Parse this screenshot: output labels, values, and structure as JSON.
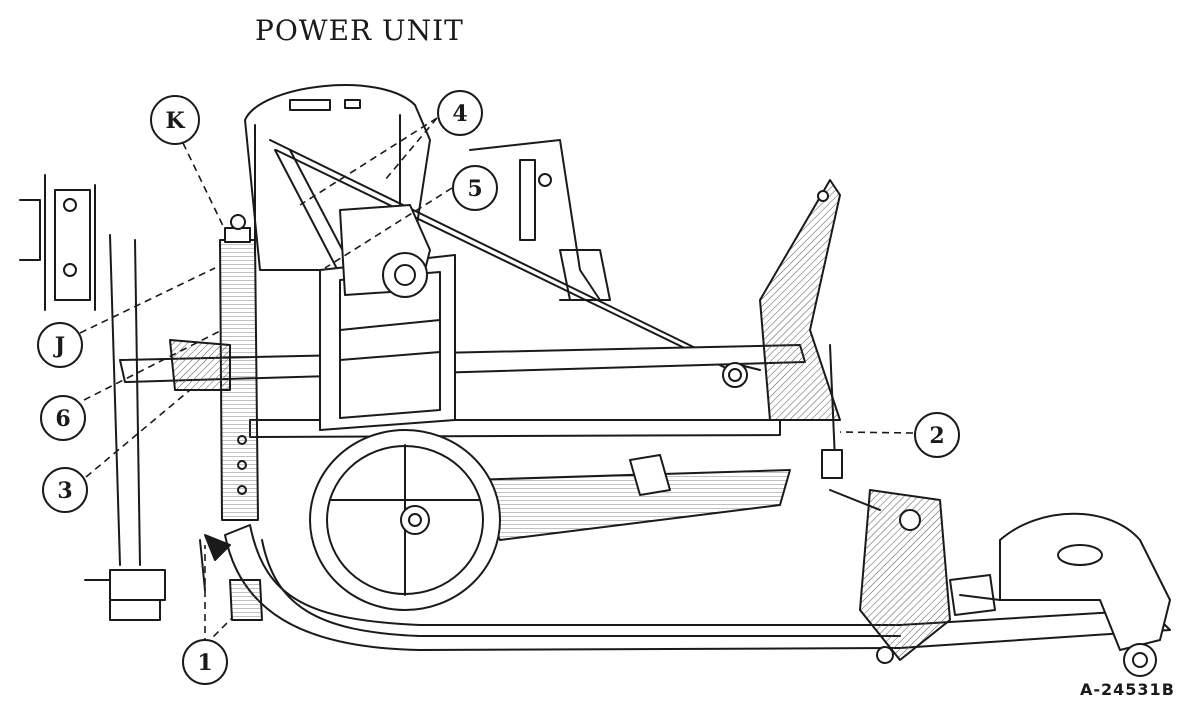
{
  "title": "POWER UNIT",
  "figure_id": "A-24531B",
  "callouts": [
    {
      "key": "K",
      "label": "K"
    },
    {
      "key": "J",
      "label": "J"
    },
    {
      "key": "6",
      "label": "6"
    },
    {
      "key": "3",
      "label": "3"
    },
    {
      "key": "1",
      "label": "1"
    },
    {
      "key": "4",
      "label": "4"
    },
    {
      "key": "5",
      "label": "5"
    },
    {
      "key": "2",
      "label": "2"
    }
  ],
  "colors": {
    "ink": "#1a1a1a",
    "paper": "#ffffff",
    "hatch": "#555555"
  }
}
